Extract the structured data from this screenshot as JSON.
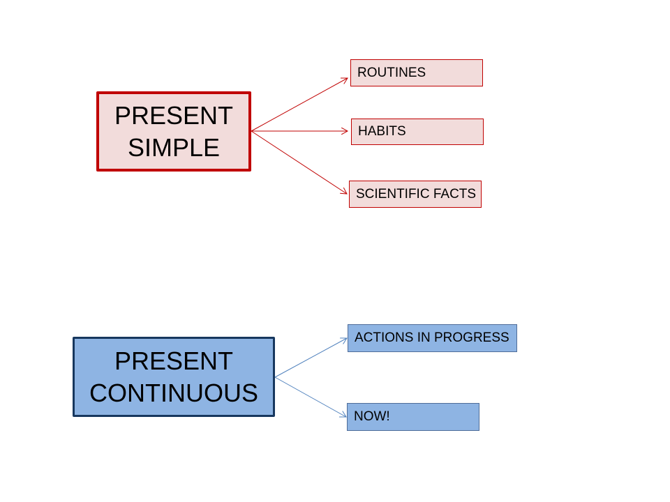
{
  "present_simple": {
    "title_line1": "PRESENT",
    "title_line2": "SIMPLE",
    "uses": [
      "ROUTINES",
      "HABITS",
      "SCIENTIFIC FACTS"
    ],
    "color": "#c00000"
  },
  "present_continuous": {
    "title_line1": "PRESENT",
    "title_line2": "CONTINUOUS",
    "uses": [
      "ACTIONS IN PROGRESS",
      "NOW!"
    ],
    "color": "#4f81bd"
  }
}
